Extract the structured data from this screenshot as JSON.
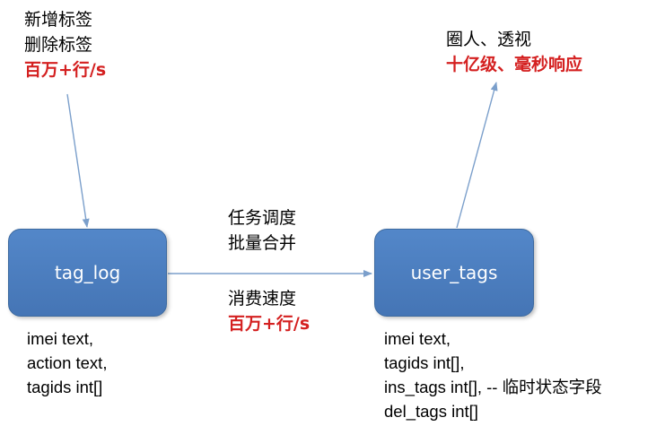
{
  "nodes": {
    "tag_log": {
      "label": "tag_log"
    },
    "user_tags": {
      "label": "user_tags"
    }
  },
  "annotations": {
    "input": {
      "lines": [
        "新增标签",
        "删除标签"
      ],
      "rate": "百万+行/s"
    },
    "output": {
      "line": "圈人、透视",
      "highlight": "十亿级、毫秒响应"
    },
    "job": {
      "lines": [
        "任务调度",
        "批量合并"
      ]
    },
    "speed": {
      "line": "消费速度",
      "rate": "百万+行/s"
    }
  },
  "schemas": {
    "tag_log": [
      "imei text,",
      "action text,",
      "tagids int[]"
    ],
    "user_tags": [
      "imei text,",
      "tagids int[],",
      "ins_tags int[], -- 临时状态字段",
      "del_tags int[]"
    ]
  },
  "colors": {
    "node_fill": "#4a7ebf",
    "node_border": "#3d6a9f",
    "arrow": "#7b9fcb",
    "highlight": "#d42020"
  }
}
